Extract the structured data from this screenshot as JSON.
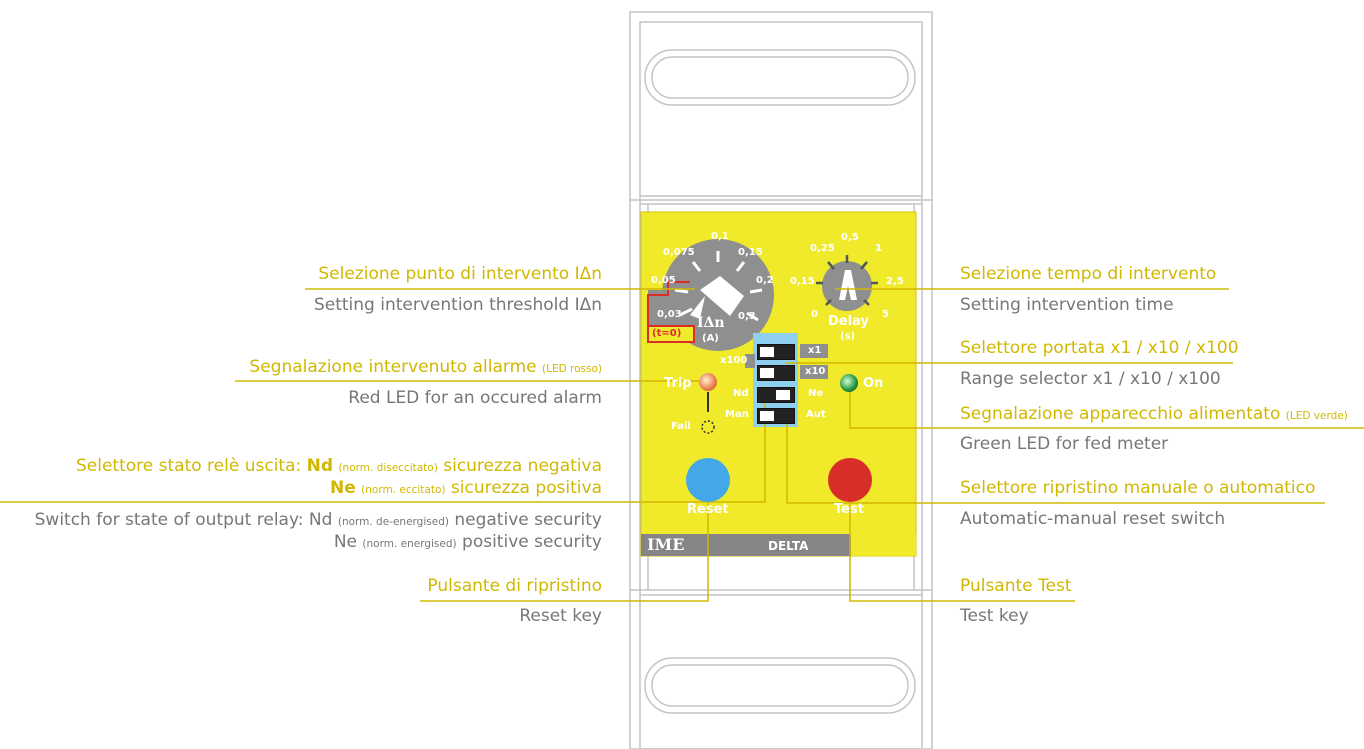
{
  "device": {
    "brand": "IME",
    "model": "DELTA",
    "colors": {
      "panel": "#f0ea2a",
      "label_text": "#ffffff",
      "dial": "#8f8f8f",
      "dip_bg": "#8fd0f0",
      "reset_button": "#44a7e8",
      "test_button": "#d92d2a",
      "trip_led": "#e87a4a",
      "on_led": "#1e8f3a",
      "callout_line": "#d1b800",
      "frame": "#c8c8c8"
    },
    "idn_dial": {
      "ticks": [
        "0,075",
        "0,1",
        "0,15",
        "0,05",
        "0,2",
        "0,03",
        "0,3"
      ],
      "symbol": "IΔn",
      "unit": "(A)",
      "instant": "(t=0)"
    },
    "delay_dial": {
      "ticks": [
        "0,25",
        "0,5",
        "1",
        "0,15",
        "2,5",
        "0",
        "5"
      ],
      "label": "Delay",
      "unit": "(s)"
    },
    "dip": {
      "left_labels": [
        "x100",
        "Nd",
        "Man"
      ],
      "right_labels": [
        "x1",
        "x10",
        "Ne",
        "Aut"
      ]
    },
    "leds": {
      "trip": "Trip",
      "fail": "Fail",
      "on": "On"
    },
    "buttons": {
      "reset": "Reset",
      "test": "Test"
    }
  },
  "annotations": {
    "idn_setting": {
      "it": "Selezione punto di intervento IΔn",
      "en": "Setting intervention threshold IΔn"
    },
    "trip_led": {
      "it": "Segnalazione intervenuto allarme",
      "it_note": "(LED rosso)",
      "en": "Red LED for an occured alarm"
    },
    "relay_state": {
      "it_line1_pre": "Selettore stato relè uscita:",
      "it_line1_key": "Nd",
      "it_line1_note": "(norm. diseccitato)",
      "it_line1_post": "sicurezza negativa",
      "it_line2_key": "Ne",
      "it_line2_note": "(norm. eccitato)",
      "it_line2_post": "sicurezza positiva",
      "en_line1_pre": "Switch for state of output relay: Nd",
      "en_line1_note": "(norm. de-energised)",
      "en_line1_post": "negative security",
      "en_line2_pre": "Ne",
      "en_line2_note": "(norm. energised)",
      "en_line2_post": "positive security"
    },
    "reset_key": {
      "it": "Pulsante di ripristino",
      "en": "Reset key"
    },
    "delay_setting": {
      "it": "Selezione tempo di intervento",
      "en": "Setting intervention time"
    },
    "range": {
      "it": "Selettore portata x1 / x10 / x100",
      "en": "Range selector x1 / x10 / x100"
    },
    "power_led": {
      "it": "Segnalazione apparecchio alimentato",
      "it_note": "(LED verde)",
      "en": "Green LED for fed meter"
    },
    "reset_mode": {
      "it": "Selettore ripristino manuale o automatico",
      "en": "Automatic-manual reset switch"
    },
    "test_key": {
      "it": "Pulsante Test",
      "en": "Test key"
    }
  }
}
